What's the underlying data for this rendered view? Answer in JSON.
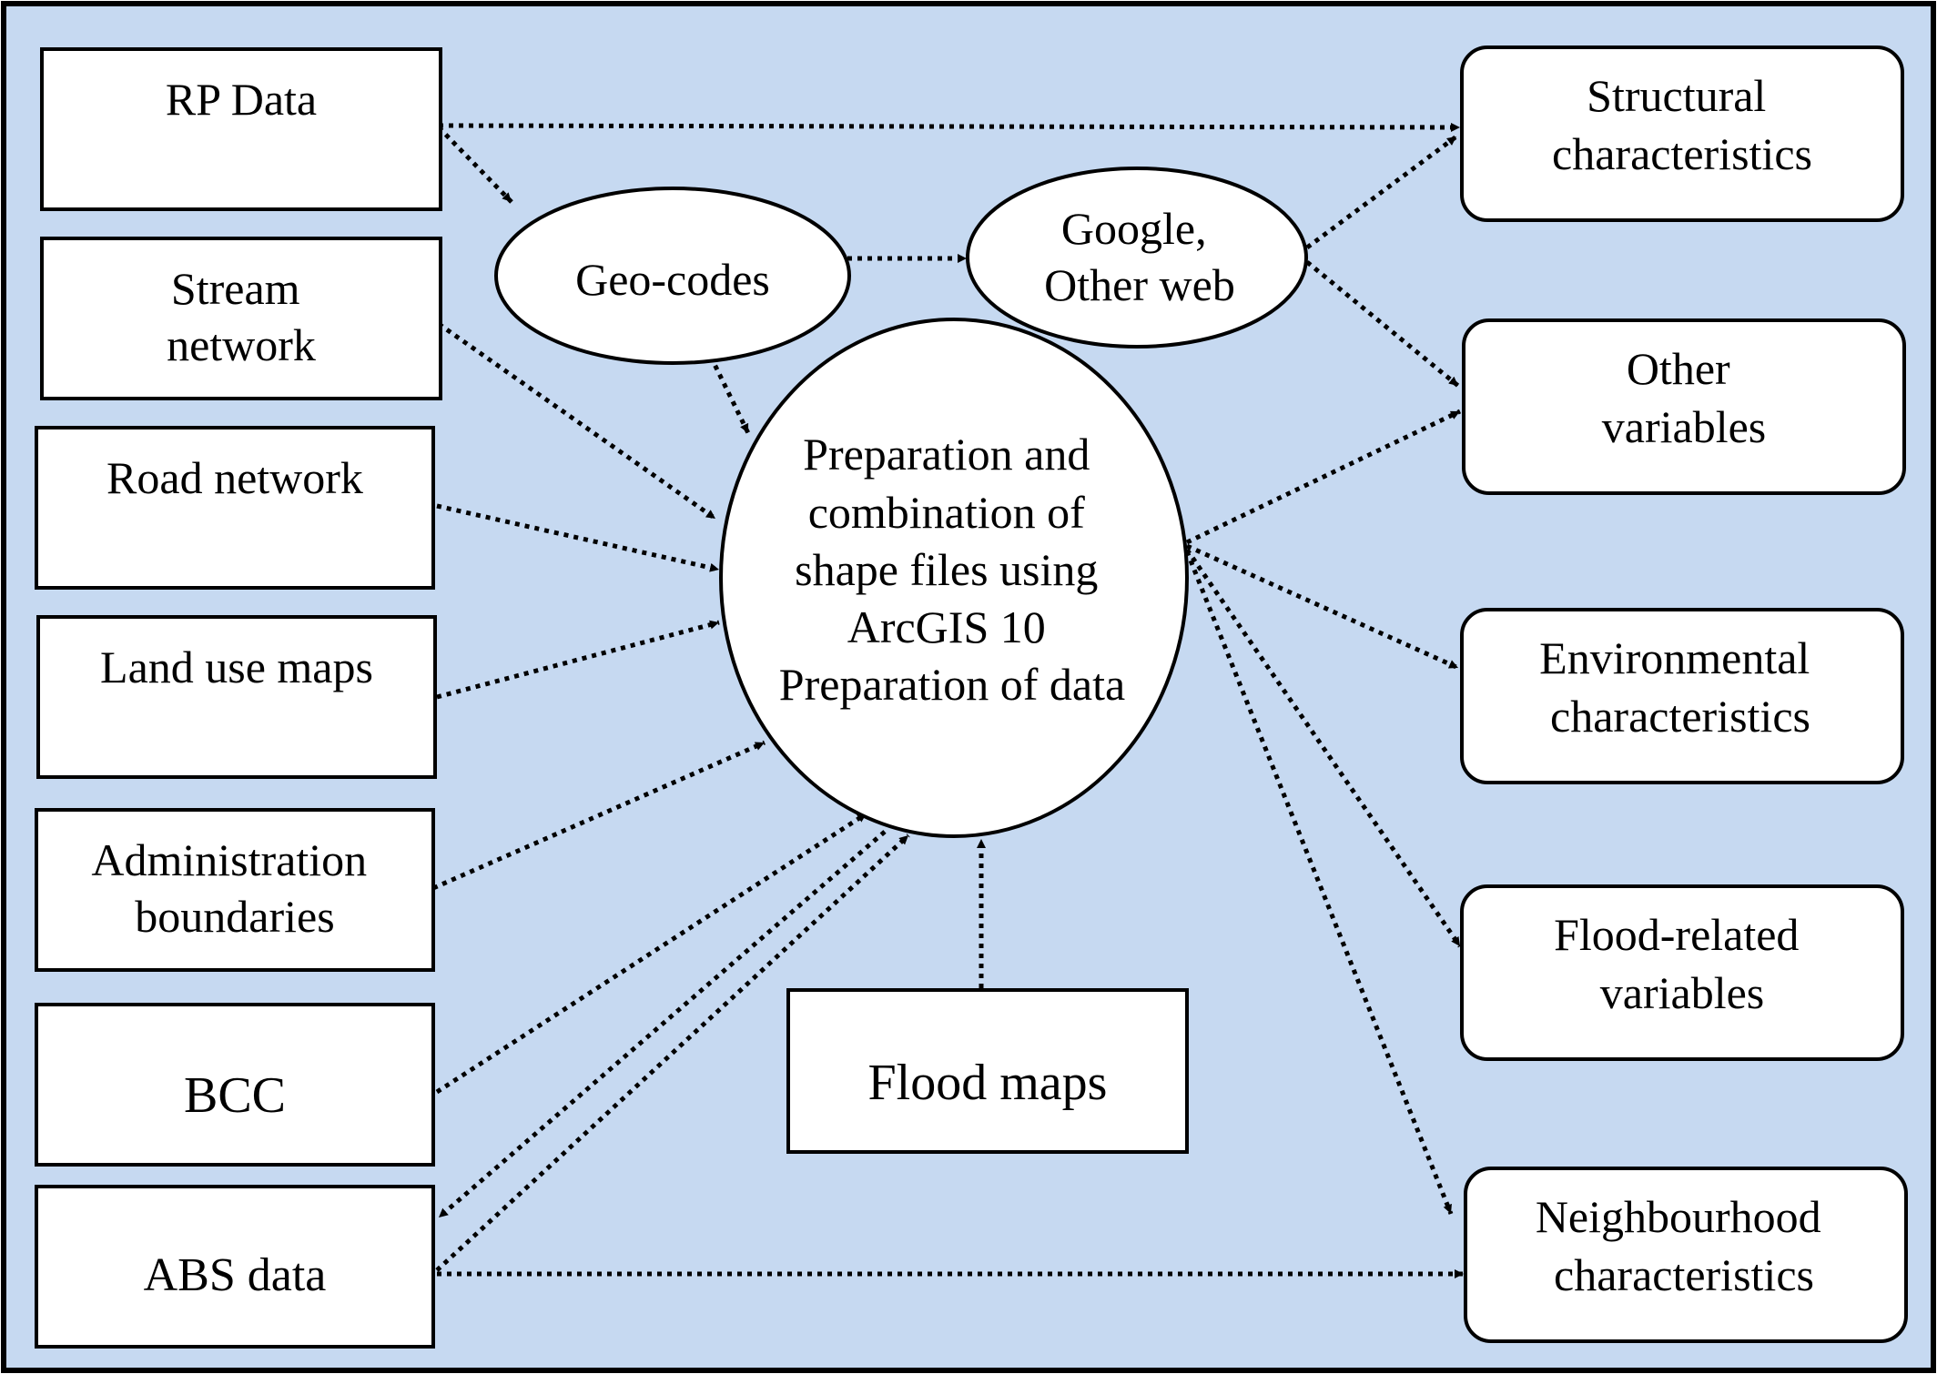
{
  "colors": {
    "background": "#c6d9f1",
    "frame": "#000000",
    "node_fill": "#ffffff",
    "stroke": "#000000"
  },
  "nodes": {
    "rp_data": {
      "label": "RP Data",
      "shape": "rectangle"
    },
    "stream_network": {
      "label": "Stream network",
      "lines": [
        "Stream",
        "network"
      ],
      "shape": "rectangle"
    },
    "road_network": {
      "label": "Road network",
      "shape": "rectangle"
    },
    "land_use_maps": {
      "label": "Land use maps",
      "shape": "rectangle"
    },
    "administration_boundaries": {
      "label": "Administration boundaries",
      "lines": [
        "Administration",
        "boundaries"
      ],
      "shape": "rectangle"
    },
    "bcc": {
      "label": "BCC",
      "shape": "rectangle"
    },
    "abs_data": {
      "label": "ABS data",
      "shape": "rectangle"
    },
    "flood_maps": {
      "label": "Flood maps",
      "shape": "rectangle"
    },
    "geo_codes": {
      "label": "Geo-codes",
      "shape": "ellipse"
    },
    "google_other_web": {
      "label": "Google, Other web",
      "lines": [
        "Google,",
        "Other web"
      ],
      "shape": "ellipse"
    },
    "preparation": {
      "label": "Preparation and combination of shape files using ArcGIS 10 Preparation of data",
      "lines": [
        "Preparation and",
        "combination of",
        "shape files using",
        "ArcGIS 10",
        "Preparation of data"
      ],
      "shape": "ellipse"
    },
    "structural": {
      "label": "Structural characteristics",
      "lines": [
        "Structural",
        "characteristics"
      ],
      "shape": "rounded-rectangle"
    },
    "other_variables": {
      "label": "Other variables",
      "lines": [
        "Other",
        "variables"
      ],
      "shape": "rounded-rectangle"
    },
    "environmental": {
      "label": "Environmental characteristics",
      "lines": [
        "Environmental",
        "characteristics"
      ],
      "shape": "rounded-rectangle"
    },
    "flood_related": {
      "label": "Flood-related variables",
      "lines": [
        "Flood-related",
        "variables"
      ],
      "shape": "rounded-rectangle"
    },
    "neighbourhood": {
      "label": "Neighbourhood characteristics",
      "lines": [
        "Neighbourhood",
        "characteristics"
      ],
      "shape": "rounded-rectangle"
    }
  },
  "edges": [
    {
      "from": "rp_data",
      "to": "structural",
      "style": "dotted"
    },
    {
      "from": "rp_data",
      "to": "geo_codes",
      "style": "dotted"
    },
    {
      "from": "geo_codes",
      "to": "google_other_web",
      "style": "dotted"
    },
    {
      "from": "geo_codes",
      "to": "preparation",
      "style": "dotted"
    },
    {
      "from": "google_other_web",
      "to": "structural",
      "style": "dotted"
    },
    {
      "from": "google_other_web",
      "to": "other_variables",
      "style": "dotted"
    },
    {
      "from": "stream_network",
      "to": "preparation",
      "style": "dotted"
    },
    {
      "from": "road_network",
      "to": "preparation",
      "style": "dotted"
    },
    {
      "from": "land_use_maps",
      "to": "preparation",
      "style": "dotted"
    },
    {
      "from": "administration_boundaries",
      "to": "preparation",
      "style": "dotted"
    },
    {
      "from": "bcc",
      "to": "preparation",
      "style": "dotted"
    },
    {
      "from": "abs_data",
      "to": "preparation",
      "style": "dotted"
    },
    {
      "from": "preparation",
      "to": "abs_data",
      "style": "dotted"
    },
    {
      "from": "abs_data",
      "to": "neighbourhood",
      "style": "dotted"
    },
    {
      "from": "flood_maps",
      "to": "preparation",
      "style": "dotted"
    },
    {
      "from": "preparation",
      "to": "other_variables",
      "style": "dotted"
    },
    {
      "from": "preparation",
      "to": "environmental",
      "style": "dotted"
    },
    {
      "from": "preparation",
      "to": "flood_related",
      "style": "dotted"
    },
    {
      "from": "preparation",
      "to": "neighbourhood",
      "style": "dotted"
    }
  ]
}
